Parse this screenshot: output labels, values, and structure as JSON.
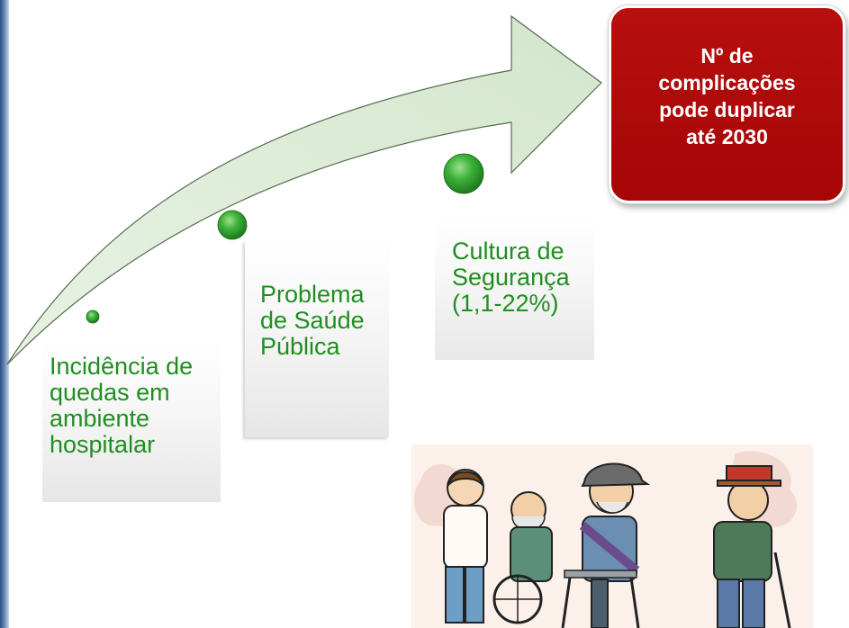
{
  "steps": [
    {
      "lines": [
        "Incidência de",
        "quedas em",
        "ambiente",
        "hospitalar"
      ]
    },
    {
      "lines": [
        "Problema",
        "de Saúde",
        "Pública"
      ]
    },
    {
      "lines": [
        "Cultura de",
        "Segurança",
        "(1,1-22%)"
      ]
    }
  ],
  "highlight_box": {
    "lines": [
      "Nº de",
      "complicações",
      "pode duplicar",
      "até 2030"
    ]
  },
  "colors": {
    "step_text": "#1f8f1f",
    "highlight_fill": "#b30b0b",
    "arrow_fill": "#d9ead3",
    "dot": "#3aa33a"
  },
  "icons": {
    "cartoon": "elderly-people-walking-illustration"
  }
}
